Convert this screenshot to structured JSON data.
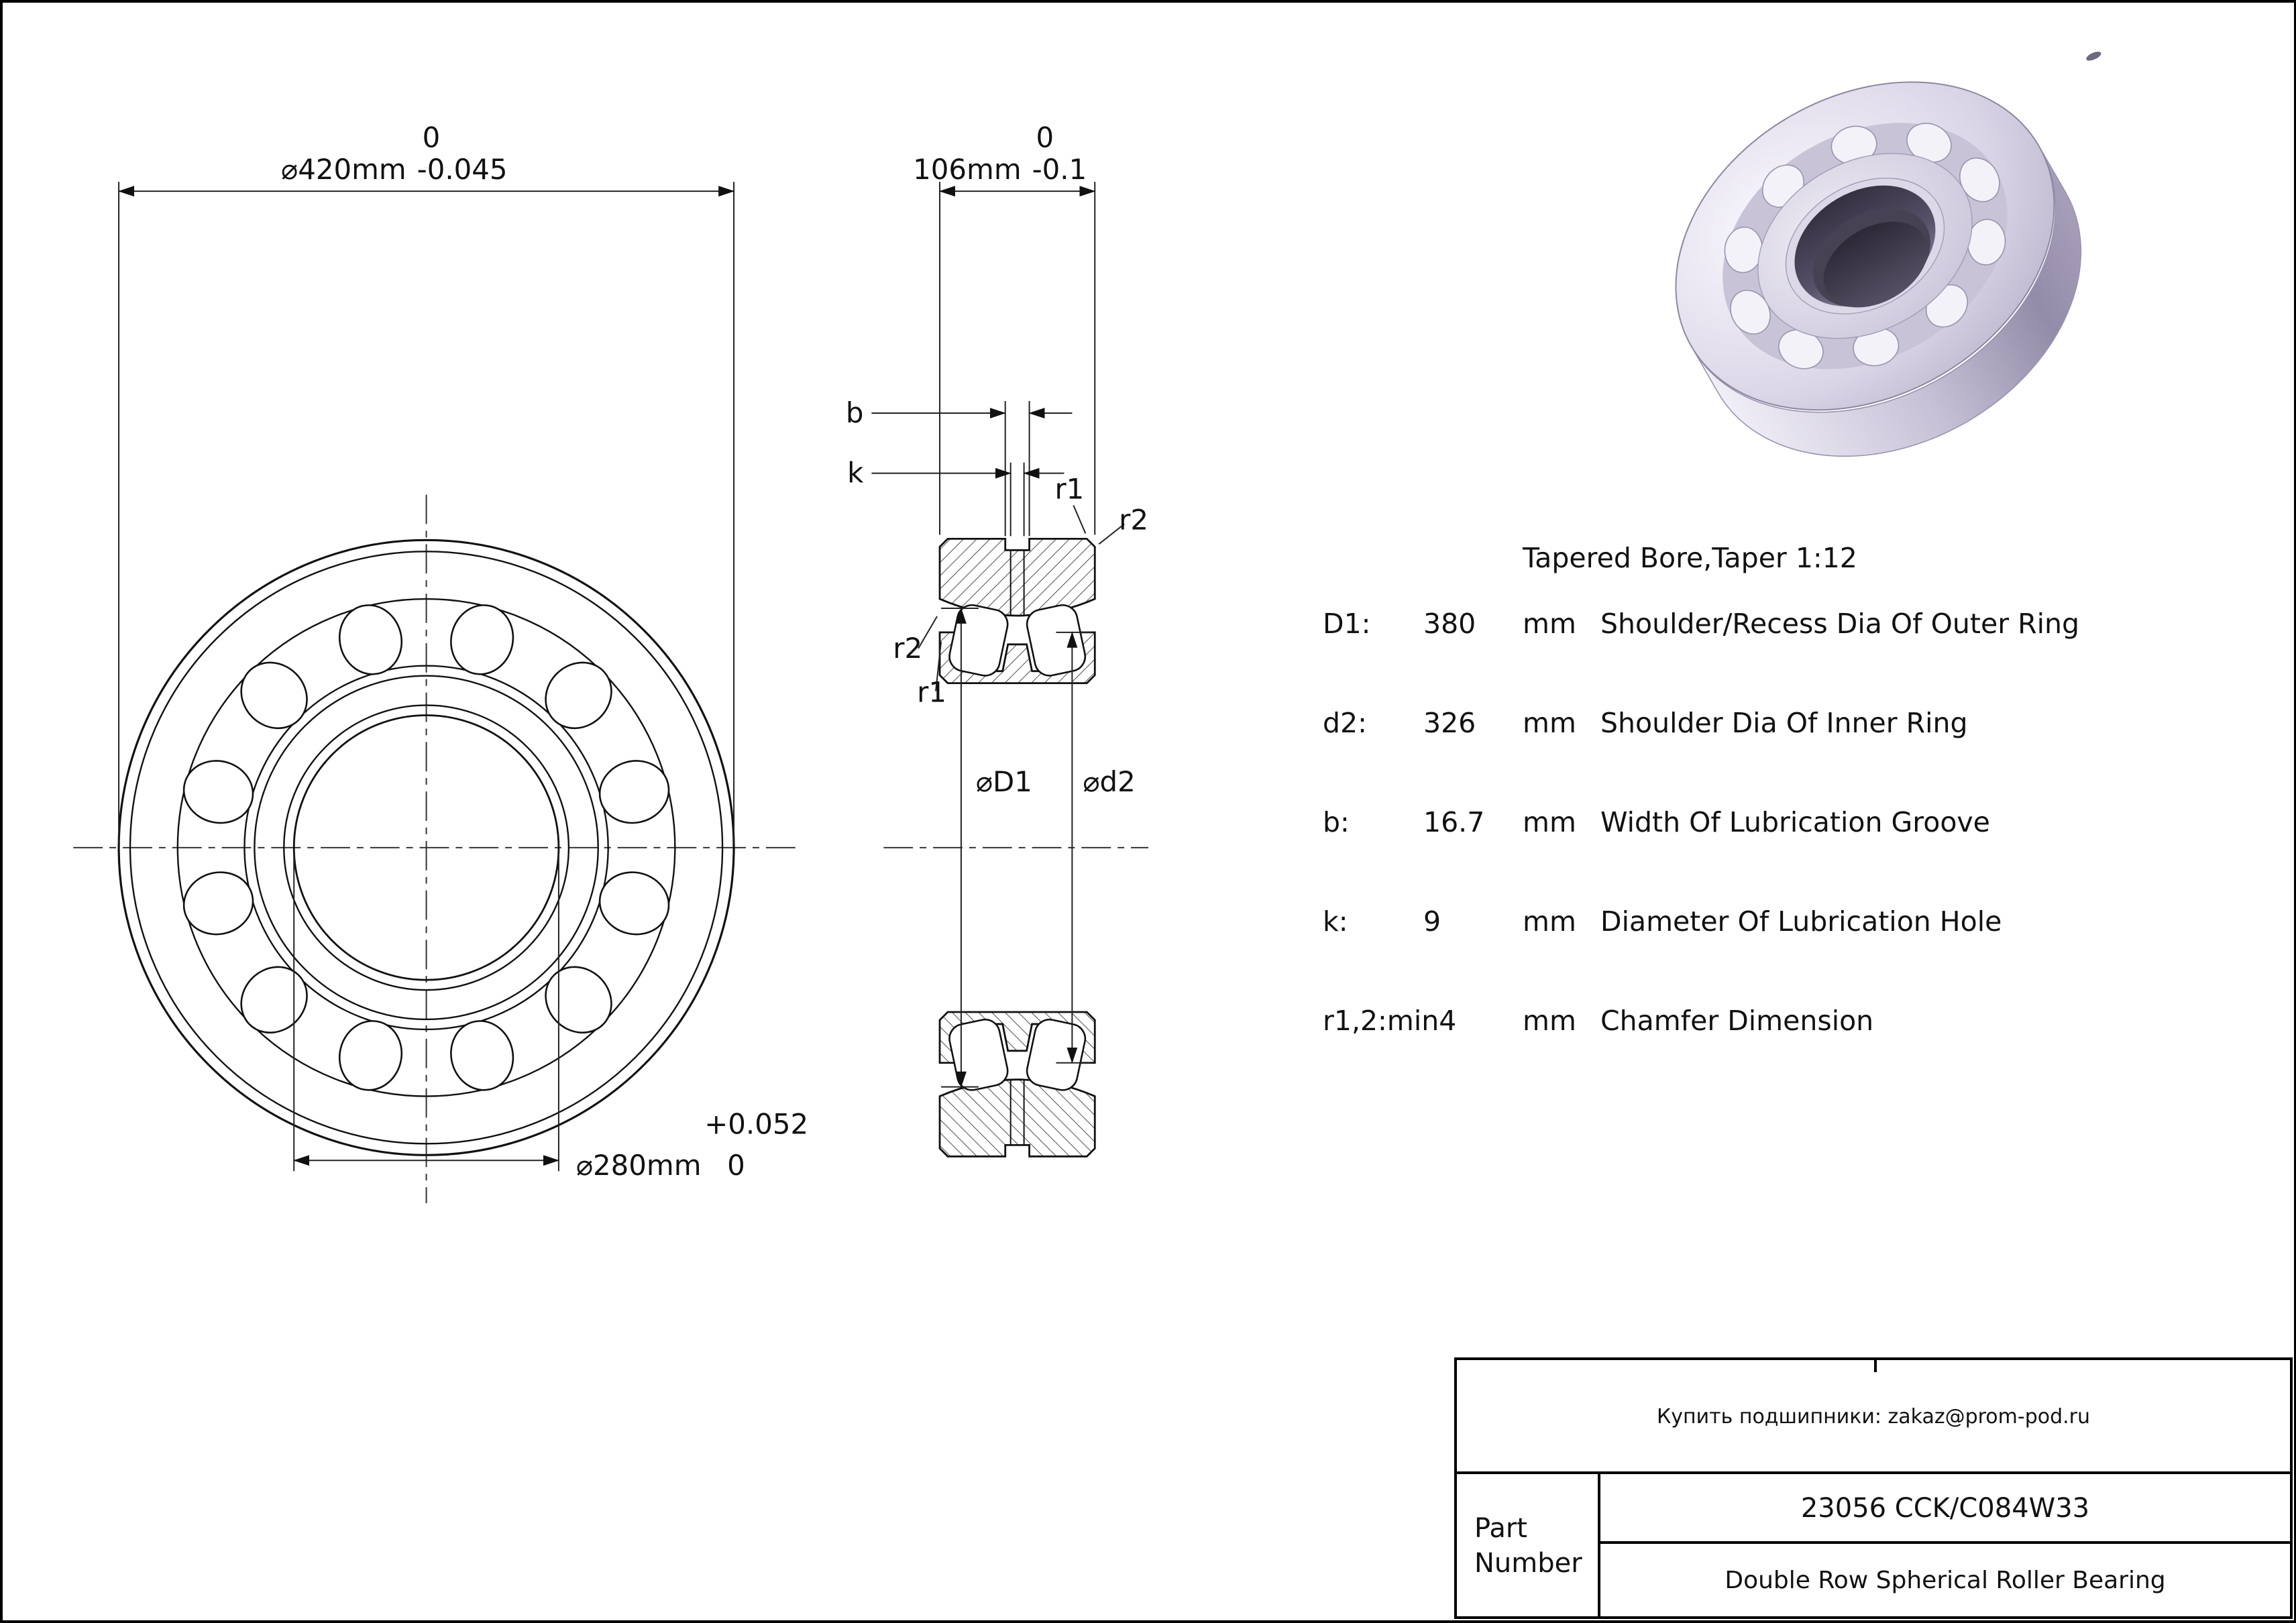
{
  "page": {
    "sheet_background": "#ffffff",
    "line_color": "#111111",
    "render_accent": "#cfc9de"
  },
  "drawing": {
    "dim_outer_diameter": {
      "main": "⌀420mm",
      "upper": "0",
      "lower": "-0.045"
    },
    "dim_width": {
      "main": "106mm",
      "upper": "0",
      "lower": "-0.1"
    },
    "dim_bore": {
      "main": "⌀280mm",
      "upper": "+0.052",
      "lower": "0"
    },
    "labels": {
      "b": "b",
      "k": "k",
      "r1": "r1",
      "r2": "r2",
      "d1_dia": "⌀D1",
      "d2_dia": "⌀d2"
    }
  },
  "specs": {
    "title": "Tapered Bore,Taper 1:12",
    "unit": "mm",
    "rows": [
      {
        "param": "D1:",
        "value": "380",
        "desc": "Shoulder/Recess Dia Of Outer Ring"
      },
      {
        "param": "d2:",
        "value": "326",
        "desc": "Shoulder Dia Of Inner Ring"
      },
      {
        "param": "b:",
        "value": "16.7",
        "desc": "Width Of Lubrication Groove"
      },
      {
        "param": "k:",
        "value": "9",
        "desc": "Diameter Of Lubrication Hole"
      },
      {
        "param": "r1,2:min4",
        "value": "",
        "desc": "Chamfer Dimension"
      }
    ]
  },
  "title_block": {
    "contact": "Купить подшипники: zakaz@prom-pod.ru",
    "part_label_line1": "Part",
    "part_label_line2": "Number",
    "part_number": "23056 CCK/C084W33",
    "part_description": "Double Row Spherical Roller Bearing"
  }
}
